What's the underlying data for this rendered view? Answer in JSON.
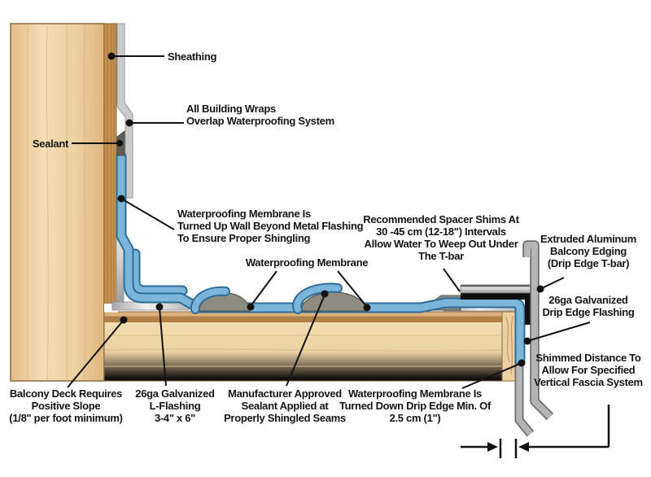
{
  "title": "Balcony deck waterproofing and drip edge detail diagram",
  "colors": {
    "membrane_blue": "#7cb5da",
    "membrane_outline": "#2d6e99",
    "wood_light": "#f0d7ab",
    "wood_band_dark": "#b28049",
    "sheathing_brown": "#c69250",
    "building_wrap_gray": "#cbcbcb",
    "sealant_gray": "#8e8c80",
    "aluminum_silver": "#e8e8e8",
    "tbar_gray": "#b5b5b5",
    "shim_black": "#0d0d0d",
    "annotation": "#121212"
  },
  "labels": {
    "sheathing": {
      "lines": [
        "Sheathing"
      ]
    },
    "building_wraps": {
      "lines": [
        "All Building Wraps",
        "Overlap Waterproofing System"
      ]
    },
    "sealant": {
      "lines": [
        "Sealant"
      ]
    },
    "membrane_turned_up": {
      "lines": [
        "Waterproofing Membrane Is",
        "Turned Up Wall Beyond Metal Flashing",
        "To Ensure Proper Shingling"
      ]
    },
    "waterproofing_membrane": {
      "lines": [
        "Waterproofing Membrane"
      ]
    },
    "spacer_shims": {
      "lines": [
        "Recommended Spacer Shims At",
        "30 -45 cm (12-18\") Intervals",
        "Allow Water To Weep Out Under",
        "The T-bar"
      ]
    },
    "extruded_aluminum": {
      "lines": [
        "Extruded Aluminum",
        "Balcony Edging",
        "(Drip Edge T-bar)"
      ]
    },
    "drip_edge_flashing": {
      "lines": [
        "26ga Galvanized",
        "Drip Edge Flashing"
      ]
    },
    "shimmed_distance": {
      "lines": [
        "Shimmed Distance To",
        "Allow For Specified",
        "Vertical Fascia System"
      ]
    },
    "membrane_turned_down": {
      "lines": [
        "Waterproofing Membrane Is",
        "Turned Down Drip Edge Min. Of",
        "2.5 cm (1\")"
      ]
    },
    "manufacturer_sealant": {
      "lines": [
        "Manufacturer Approved",
        "Sealant Applied at",
        "Properly Shingled Seams"
      ]
    },
    "l_flashing": {
      "lines": [
        "26ga Galvanized",
        "L-Flashing",
        "3-4\" x 6\""
      ]
    },
    "balcony_slope": {
      "lines": [
        "Balcony Deck Requires",
        "Positive Slope",
        "(1/8\" per foot minimum)"
      ]
    }
  }
}
